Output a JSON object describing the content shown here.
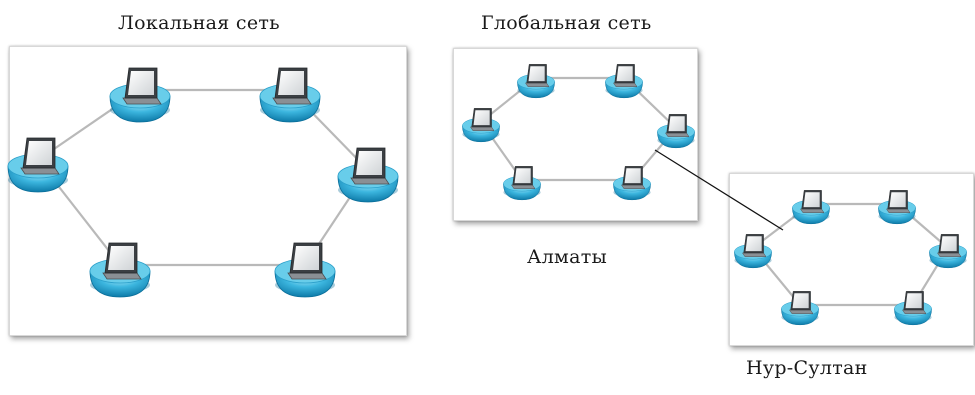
{
  "labels": {
    "local": "Локальная сеть",
    "global": "Глобальная сеть",
    "almaty": "Алматы",
    "nursultan": "Нур-Султан"
  },
  "colors": {
    "node_top": "#6fd2ee",
    "node_bottom": "#0f86b5",
    "link": "#b9b9b9",
    "connector": "#000000"
  },
  "networks": [
    {
      "name": "local",
      "topology": "ring",
      "node_count": 6,
      "node_icon": "laptop-icon"
    },
    {
      "name": "almaty",
      "topology": "ring",
      "node_count": 6,
      "node_icon": "laptop-icon"
    },
    {
      "name": "nursultan",
      "topology": "ring",
      "node_count": 6,
      "node_icon": "laptop-icon"
    }
  ]
}
